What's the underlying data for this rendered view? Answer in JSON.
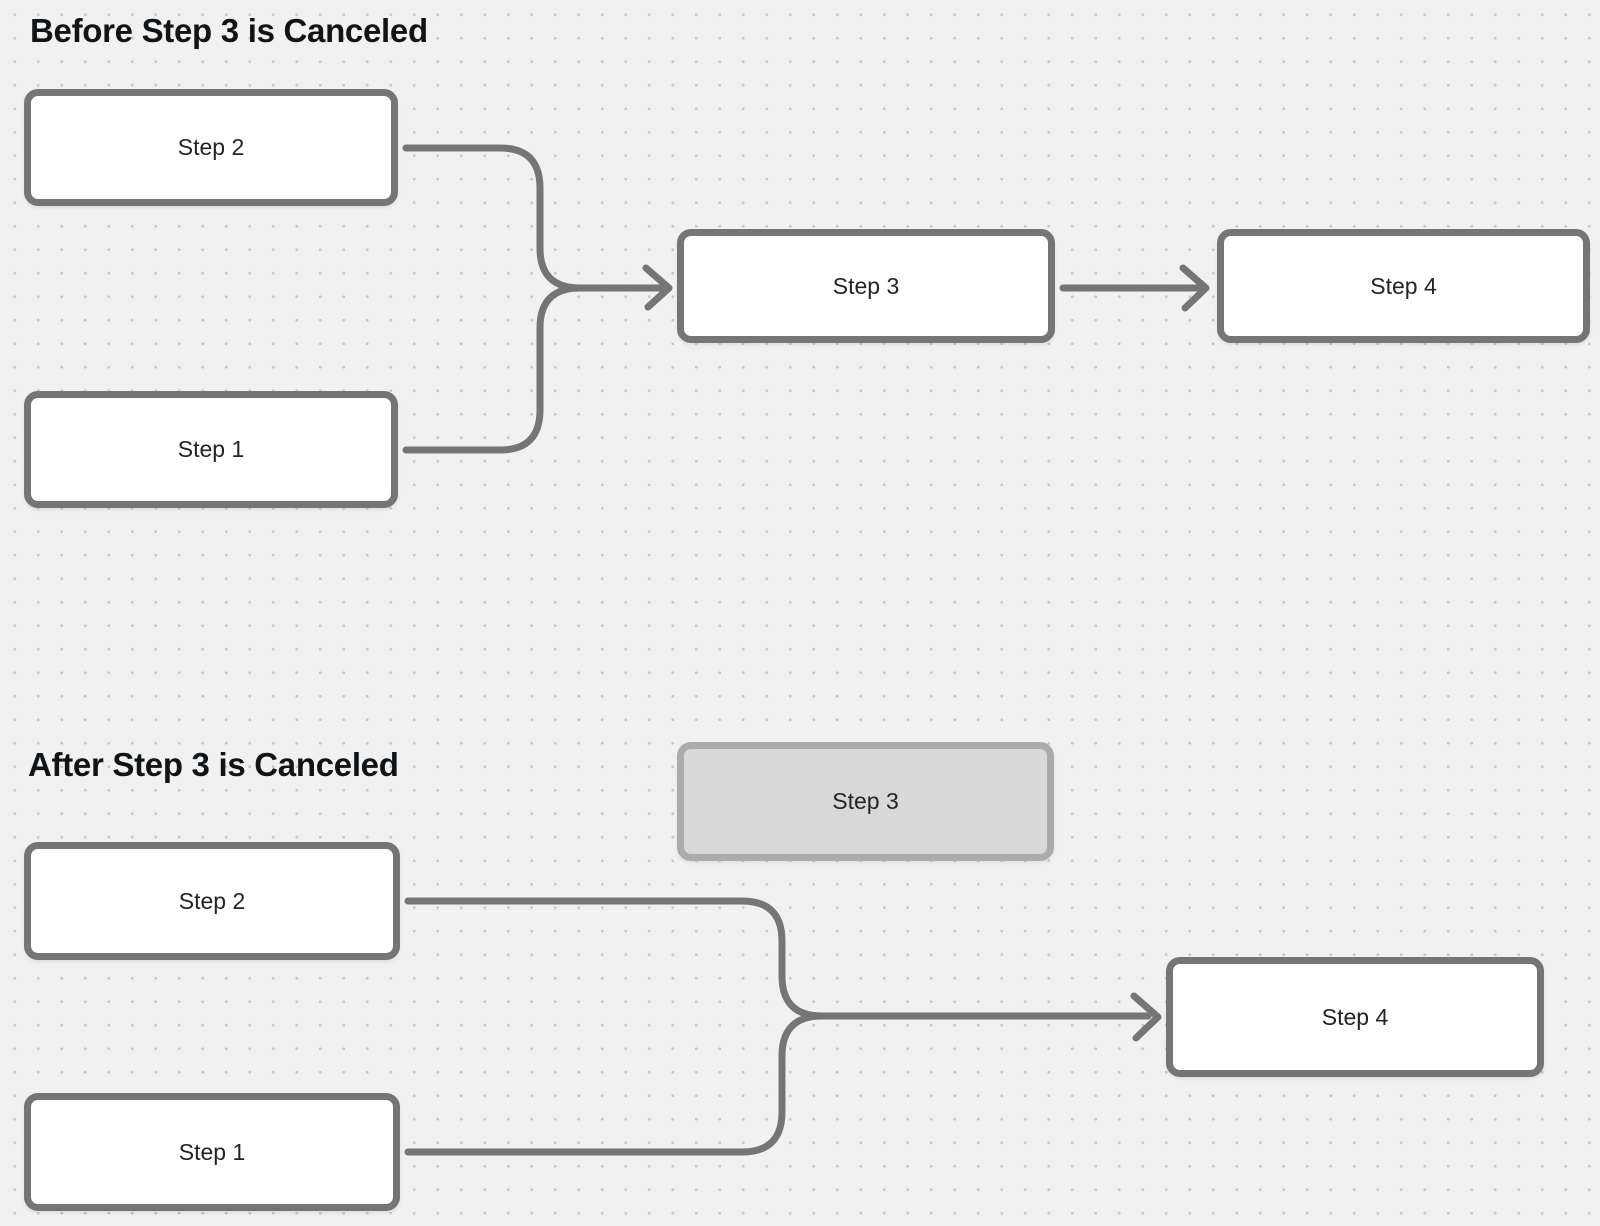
{
  "canvas": {
    "background_color": "#f1f1f1",
    "dot_grid_color": "#c7c7c7",
    "connector_color": "#757575",
    "node_border_color": "#757575",
    "node_fill_color": "#ffffff",
    "canceled_fill_color": "#d8d8d8",
    "canceled_border_color": "#ababab"
  },
  "sections": [
    {
      "title": "Before Step 3 is Canceled",
      "nodes": [
        {
          "id": "step2",
          "label": "Step 2",
          "state": "normal"
        },
        {
          "id": "step1",
          "label": "Step 1",
          "state": "normal"
        },
        {
          "id": "step3",
          "label": "Step 3",
          "state": "normal"
        },
        {
          "id": "step4",
          "label": "Step 4",
          "state": "normal"
        }
      ],
      "edges": [
        {
          "from": "Step 2",
          "to": "Step 3"
        },
        {
          "from": "Step 1",
          "to": "Step 3"
        },
        {
          "from": "Step 3",
          "to": "Step 4"
        }
      ]
    },
    {
      "title": "After Step 3 is Canceled",
      "nodes": [
        {
          "id": "step3",
          "label": "Step 3",
          "state": "canceled"
        },
        {
          "id": "step2",
          "label": "Step 2",
          "state": "normal"
        },
        {
          "id": "step1",
          "label": "Step 1",
          "state": "normal"
        },
        {
          "id": "step4",
          "label": "Step 4",
          "state": "normal"
        }
      ],
      "edges": [
        {
          "from": "Step 2",
          "to": "Step 4"
        },
        {
          "from": "Step 1",
          "to": "Step 4"
        }
      ]
    }
  ]
}
